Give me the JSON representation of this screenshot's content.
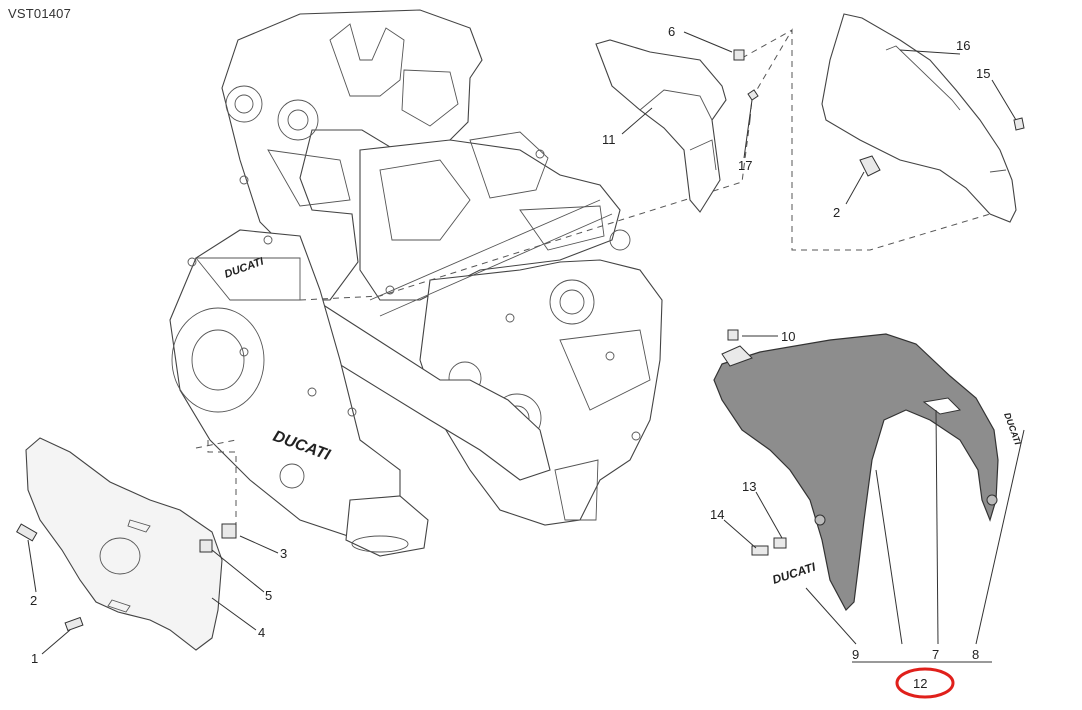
{
  "diagram": {
    "reference_code": "VST01407",
    "brand_text": "DUCATI",
    "highlight_color": "#e0201b",
    "callouts": [
      {
        "id": "c1",
        "label": "1"
      },
      {
        "id": "c2a",
        "label": "2"
      },
      {
        "id": "c2b",
        "label": "2"
      },
      {
        "id": "c3",
        "label": "3"
      },
      {
        "id": "c4",
        "label": "4"
      },
      {
        "id": "c5",
        "label": "5"
      },
      {
        "id": "c6",
        "label": "6"
      },
      {
        "id": "c7",
        "label": "7"
      },
      {
        "id": "c8",
        "label": "8"
      },
      {
        "id": "c9",
        "label": "9"
      },
      {
        "id": "c10",
        "label": "10"
      },
      {
        "id": "c11",
        "label": "11"
      },
      {
        "id": "c12",
        "label": "12"
      },
      {
        "id": "c13",
        "label": "13"
      },
      {
        "id": "c14",
        "label": "14"
      },
      {
        "id": "c15",
        "label": "15"
      },
      {
        "id": "c16",
        "label": "16"
      },
      {
        "id": "c17",
        "label": "17"
      }
    ]
  }
}
